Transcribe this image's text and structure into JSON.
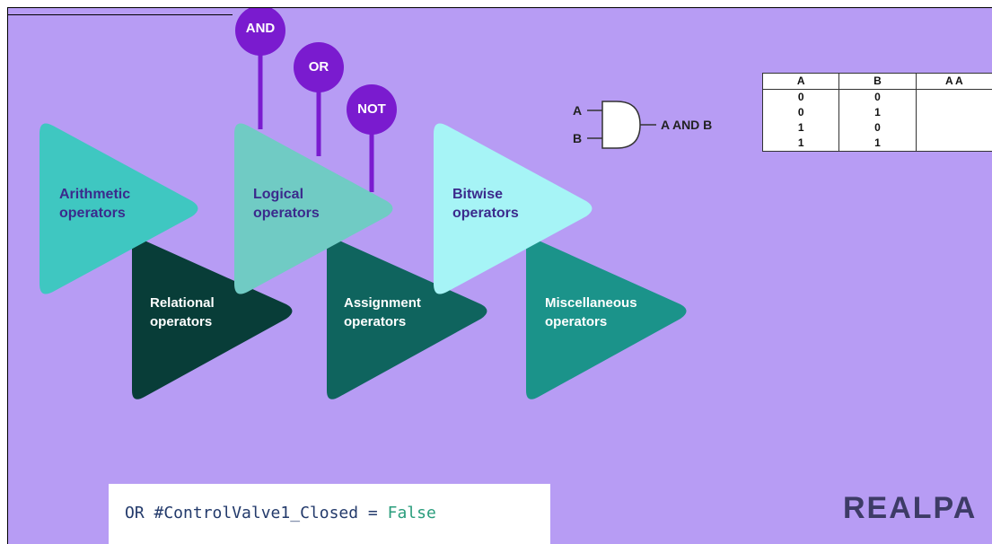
{
  "operators": {
    "arithmetic": "Arithmetic\noperators",
    "logical": "Logical\noperators",
    "bitwise": "Bitwise\noperators",
    "relational": "Relational\noperators",
    "assignment": "Assignment\noperators",
    "misc": "Miscellaneous\noperators"
  },
  "balloons": {
    "and": "AND",
    "or": "OR",
    "not": "NOT"
  },
  "gate": {
    "input_a": "A",
    "input_b": "B",
    "output": "A AND B"
  },
  "truth_table": {
    "headers": [
      "A",
      "B",
      "A A"
    ],
    "rows": [
      [
        "0",
        "0",
        ""
      ],
      [
        "0",
        "1",
        ""
      ],
      [
        "1",
        "0",
        ""
      ],
      [
        "1",
        "1",
        ""
      ]
    ]
  },
  "code": {
    "prefix": "OR #ControlValve1_Closed = ",
    "value": "False"
  },
  "brand": "REALPA",
  "colors": {
    "background": "#b79cf4",
    "arithmetic": "#3fc7c1",
    "logical": "#70cbc4",
    "bitwise": "#a6f4f6",
    "relational": "#083d38",
    "assignment": "#0f645e",
    "misc": "#1b938a",
    "balloon": "#7a1bcf"
  }
}
